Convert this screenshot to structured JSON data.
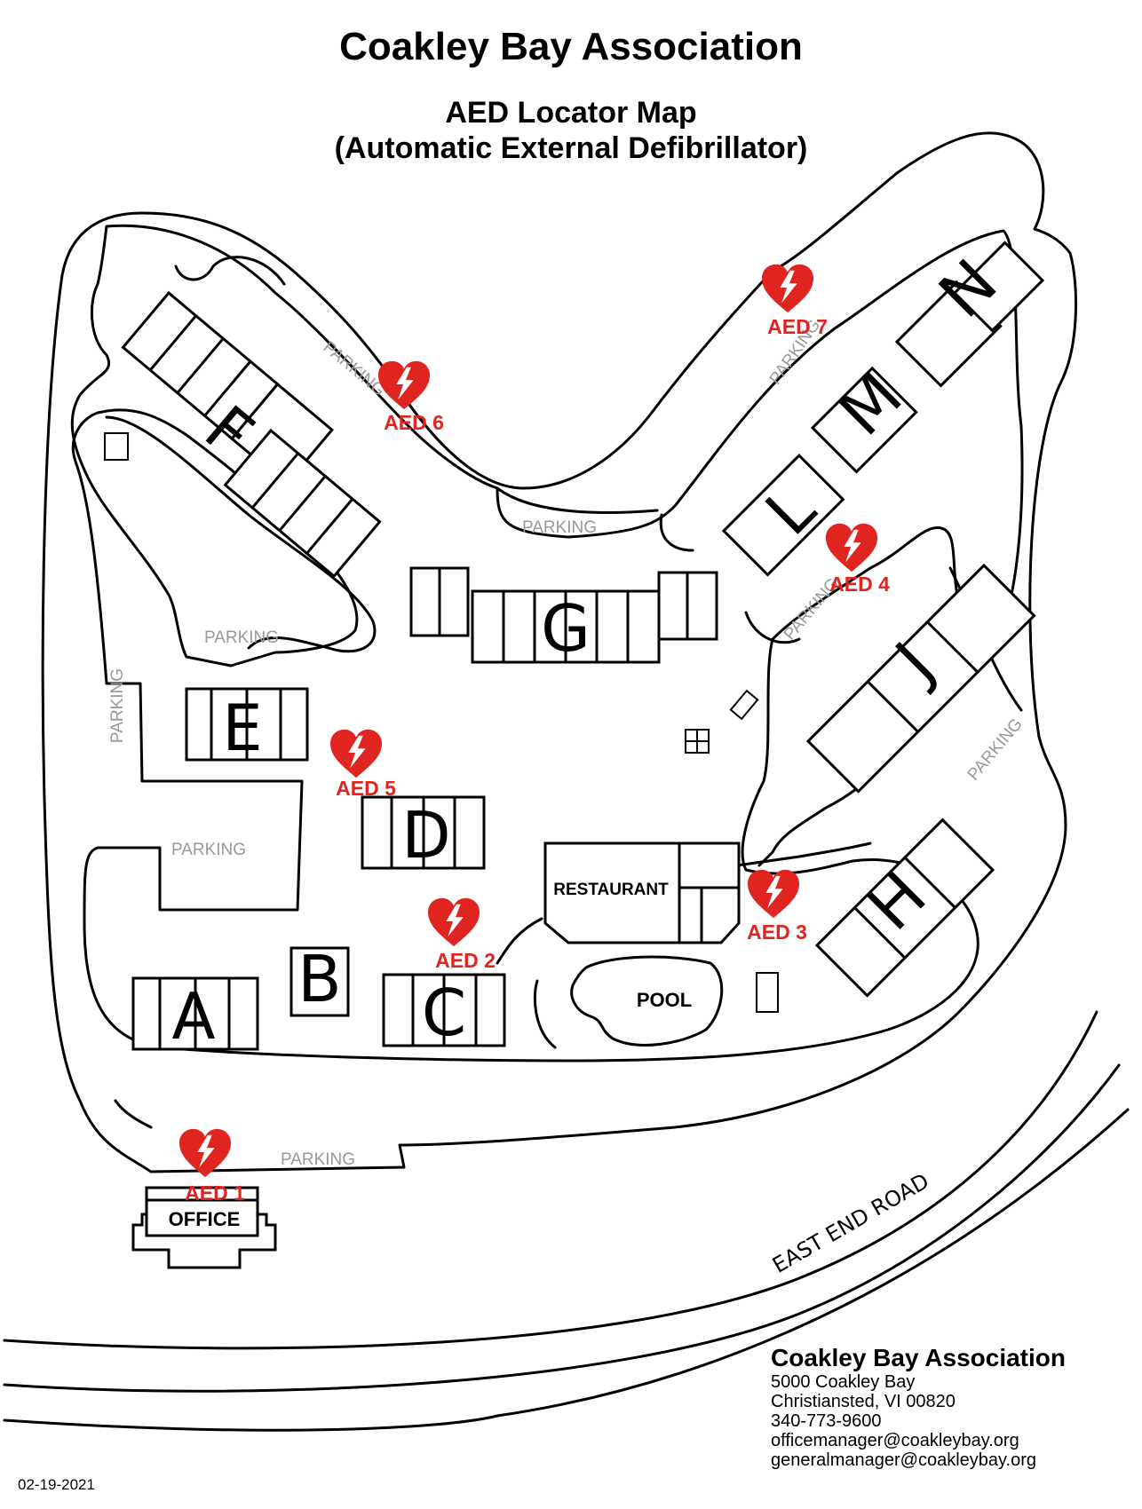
{
  "header": {
    "title": "Coakley Bay Association",
    "subtitle_line1": "AED Locator Map",
    "subtitle_line2": "(Automatic External Defibrillator)"
  },
  "buildings": {
    "A": "A",
    "B": "B",
    "C": "C",
    "D": "D",
    "E": "E",
    "F": "F",
    "G": "G",
    "H": "H",
    "J": "J",
    "L": "L",
    "M": "M",
    "N": "N"
  },
  "facilities": {
    "restaurant": "RESTAURANT",
    "pool": "POOL",
    "office": "OFFICE"
  },
  "parking_label": "PARKING",
  "road_label": "EAST END ROAD",
  "aed": {
    "aed1": "AED 1",
    "aed2": "AED 2",
    "aed3": "AED 3",
    "aed4": "AED 4",
    "aed5": "AED 5",
    "aed6": "AED 6",
    "aed7": "AED 7"
  },
  "footer": {
    "org": "Coakley Bay Association",
    "address1": "5000 Coakley Bay",
    "address2": "Christiansted, VI   00820",
    "phone": "340-773-9600",
    "email1": "officemanager@coakleybay.org",
    "email2": "generalmanager@coakleybay.org"
  },
  "date": "02-19-2021",
  "colors": {
    "aed_red": "#e0241f",
    "line": "#000000",
    "parking_text": "#999999"
  },
  "icons": {
    "aed": "heart-lightning-icon"
  }
}
